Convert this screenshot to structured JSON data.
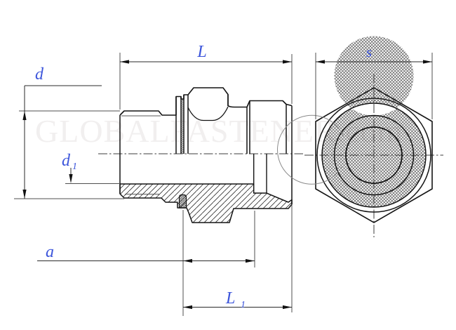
{
  "watermark": {
    "text": "GLOBALFASTENER.com",
    "color": "#f1efef"
  },
  "dimension_labels": {
    "L": "L",
    "s": "s",
    "d": "d",
    "a": "a",
    "d1": {
      "base": "d",
      "sub": "1"
    },
    "L1": {
      "base": "L",
      "sub": "1"
    }
  },
  "colors": {
    "label": "#3c55db",
    "outline": "#141414",
    "dim_line": "#4f4f4f",
    "hatch": "#2e2e2e",
    "background": "#ffffff"
  }
}
